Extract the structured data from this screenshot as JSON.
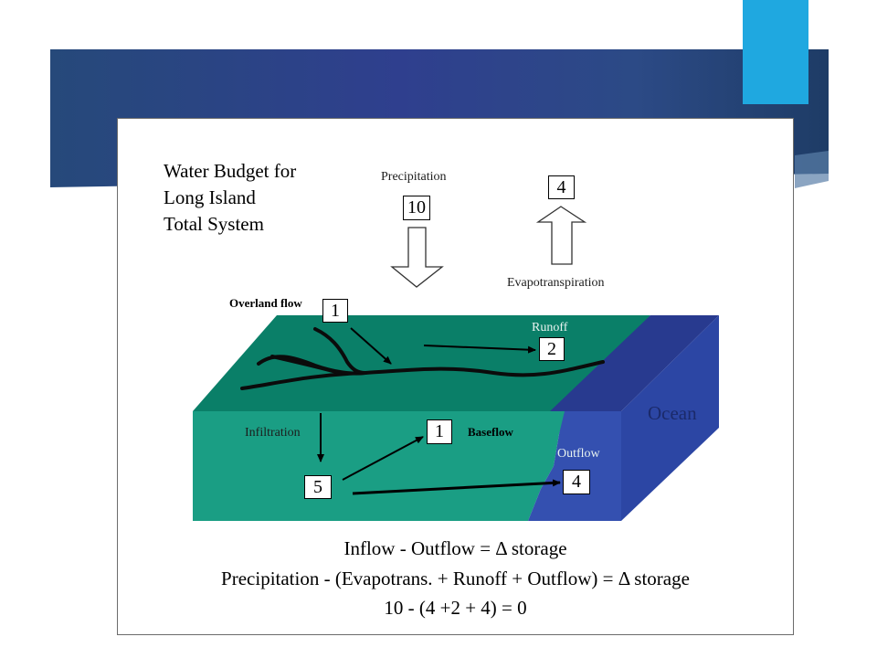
{
  "slide": {
    "banner_color": "#2e3f8f",
    "accent_color": "#1fa8e0"
  },
  "diagram": {
    "title_lines": [
      "Water Budget for",
      "Long Island",
      "Total System"
    ],
    "labels": {
      "precipitation": "Precipitation",
      "evapotranspiration": "Evapotranspiration",
      "overland_flow": "Overland flow",
      "runoff": "Runoff",
      "ocean": "Ocean",
      "infiltration": "Infiltration",
      "baseflow": "Baseflow",
      "outflow": "Outflow"
    },
    "values": {
      "precipitation": "10",
      "evapotranspiration": "4",
      "overland_flow": "1",
      "runoff": "2",
      "baseflow": "1",
      "infiltration": "5",
      "outflow": "4"
    },
    "colors": {
      "land_top": "#0a7f68",
      "land_front": "#1a9e84",
      "ocean_top": "#283a8f",
      "ocean_front": "#3450b0",
      "ocean_side": "#2c46a4"
    }
  },
  "equations": [
    "Inflow - Outflow = Δ storage",
    "Precipitation - (Evapotrans. + Runoff + Outflow) = Δ storage",
    "10 - (4 +2 + 4) = 0"
  ]
}
